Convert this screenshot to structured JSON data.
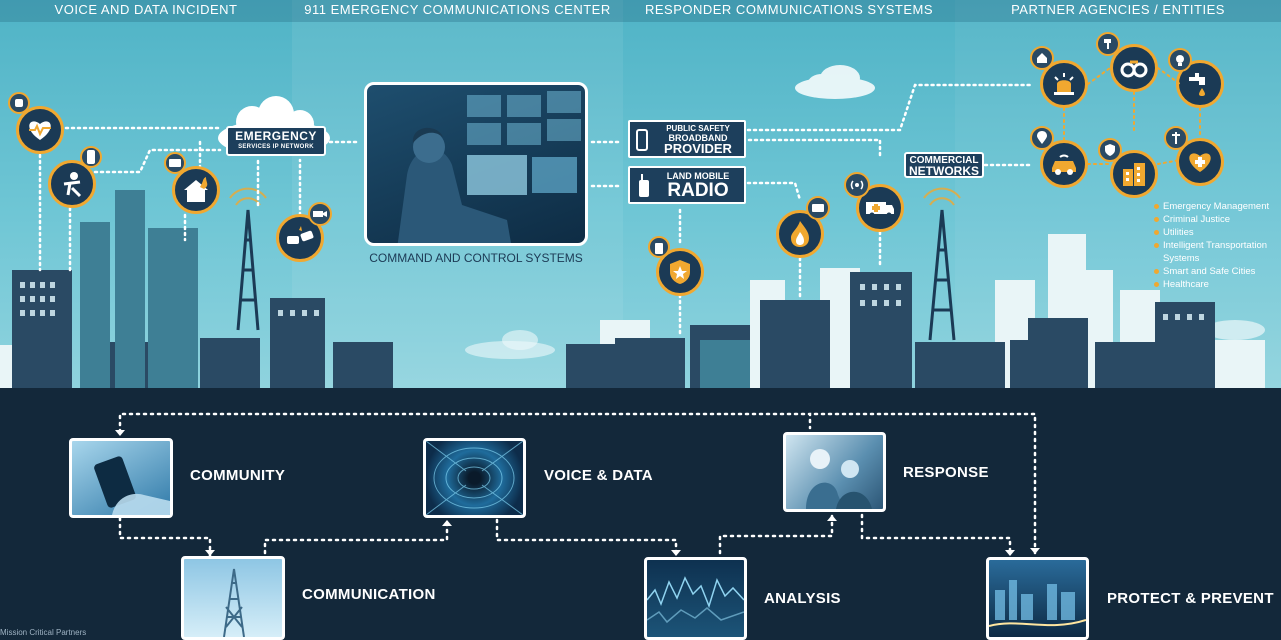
{
  "headers": [
    "VOICE AND DATA INCIDENT",
    "911 EMERGENCY COMMUNICATIONS CENTER",
    "RESPONDER COMMUNICATIONS SYSTEMS",
    "PARTNER AGENCIES / ENTITIES"
  ],
  "network": {
    "line1": "EMERGENCY",
    "line2": "SERVICES IP NETWORK"
  },
  "command_center": {
    "caption": "COMMAND AND CONTROL SYSTEMS"
  },
  "broadband": {
    "line1": "PUBLIC SAFETY",
    "line2": "BROADBAND",
    "line3": "PROVIDER"
  },
  "lmr": {
    "line1": "LAND MOBILE",
    "line2": "RADIO"
  },
  "commercial": {
    "line1": "COMMERCIAL",
    "line2": "NETWORKS"
  },
  "partners": [
    "Emergency Management",
    "Criminal Justice",
    "Utilities",
    "Intelligent Transportation Systems",
    "Smart and Safe Cities",
    "Healthcare"
  ],
  "cycle": {
    "community": "COMMUNITY",
    "voice_data": "VOICE & DATA",
    "response": "RESPONSE",
    "communication": "COMMUNICATION",
    "analysis": "ANALYSIS",
    "protect": "PROTECT & PREVENT"
  },
  "credit": "Mission Critical Partners",
  "colors": {
    "accent": "#f0a830",
    "navy": "#13283a",
    "sky": "#5fbccc"
  }
}
